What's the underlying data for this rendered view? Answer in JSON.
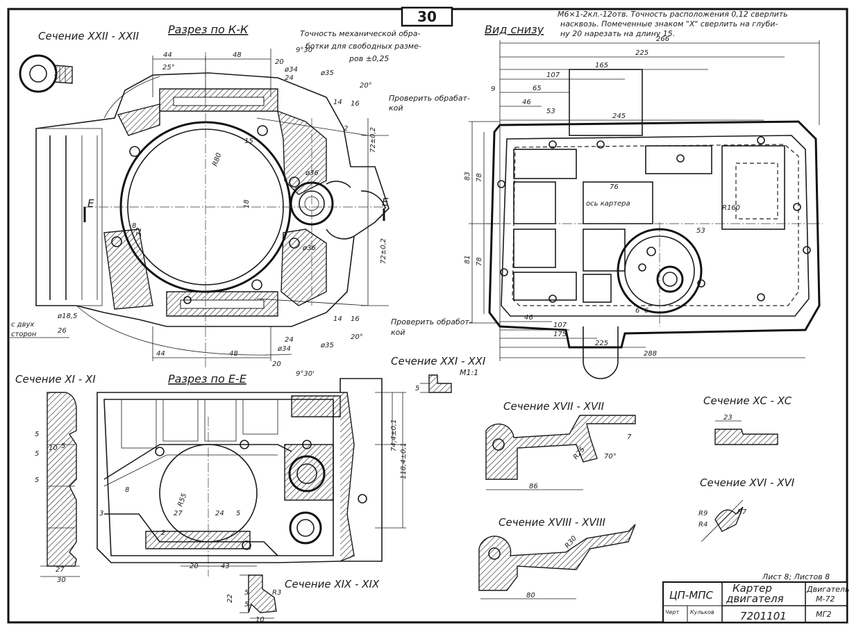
{
  "sheet_number": "30",
  "labels": {
    "section_xxii": "Сечение XXII - XXII",
    "cut_kk": "Разрез по К-К",
    "accuracy": [
      "Точность механической обра-",
      "ботки для свободных разме-",
      "ров ±0,25"
    ],
    "bottom_view": "Вид снизу",
    "top_note": [
      "М6×1-2кл.-12отв. Точность расположения 0,12 сверлить",
      "насквозь. Помеченные знаком \"Х\" сверлить на глуби-",
      "ну 20 нарезать на длину 15."
    ],
    "check_1": [
      "Проверить обрабат-",
      "кой"
    ],
    "check_2": [
      "Проверить обработ-",
      "кой"
    ],
    "both_sides": [
      "с двух",
      "сторон"
    ],
    "section_xi": "Сечение XI - XI",
    "cut_ee": "Разрез по Е-Е",
    "section_xxi": "Сечение XXI - XXI",
    "scale_xxi": "М1:1",
    "section_xvii": "Сечение XVII - XVII",
    "section_xc": "Сечение XC - XC",
    "section_xvi": "Сечение XVI - XVI",
    "section_xviii": "Сечение XVIII - XVIII",
    "section_xix": "Сечение XIX - XIX",
    "axis": "ось картера",
    "mark_e": "Е"
  },
  "dims_kk": [
    "44",
    "48",
    "25°",
    "20",
    "9°30'",
    "ø34",
    "24",
    "ø35",
    "20°",
    "16",
    "14",
    "2",
    "72±0,2",
    "R80",
    "15",
    "ø36",
    "18",
    "8",
    "22",
    "ø36",
    "72±0,2",
    "16",
    "14",
    "20°",
    "ø35",
    "24",
    "ø34",
    "20",
    "44",
    "48",
    "9°30'",
    "26",
    "ø18,5"
  ],
  "dims_bottom": [
    "266",
    "225",
    "165",
    "107",
    "65",
    "46",
    "53",
    "245",
    "9",
    "83",
    "78",
    "81",
    "78",
    "76",
    "53",
    "R160",
    "46",
    "107",
    "175",
    "225",
    "288",
    "6",
    "6"
  ],
  "dims_ee": [
    "74,4±0,1",
    "118,4±0,1",
    "27",
    "24",
    "5",
    "R55",
    "20",
    "43",
    "3",
    "8",
    "2"
  ],
  "dims_sections": [
    "5",
    "5",
    "10",
    "5",
    "5",
    "27",
    "30",
    "5",
    "86",
    "R25",
    "70°",
    "7",
    "23",
    "R9",
    "R7",
    "R4",
    "80",
    "R30",
    "5",
    "22",
    "5",
    "10",
    "R3"
  ],
  "title_block": {
    "sheet_info": "Лист 8; Листов 8",
    "org": "ЦП-МПС",
    "part_name": [
      "Картер",
      "двигателя"
    ],
    "product": [
      "Двигатель",
      "М-72"
    ],
    "drawn_label": "Черт",
    "drawn_sig": "Кульков",
    "drawing_no": "7201101",
    "material": "МГ2"
  },
  "colors": {
    "ink": "#1a1a1a",
    "paper": "#ffffff"
  }
}
